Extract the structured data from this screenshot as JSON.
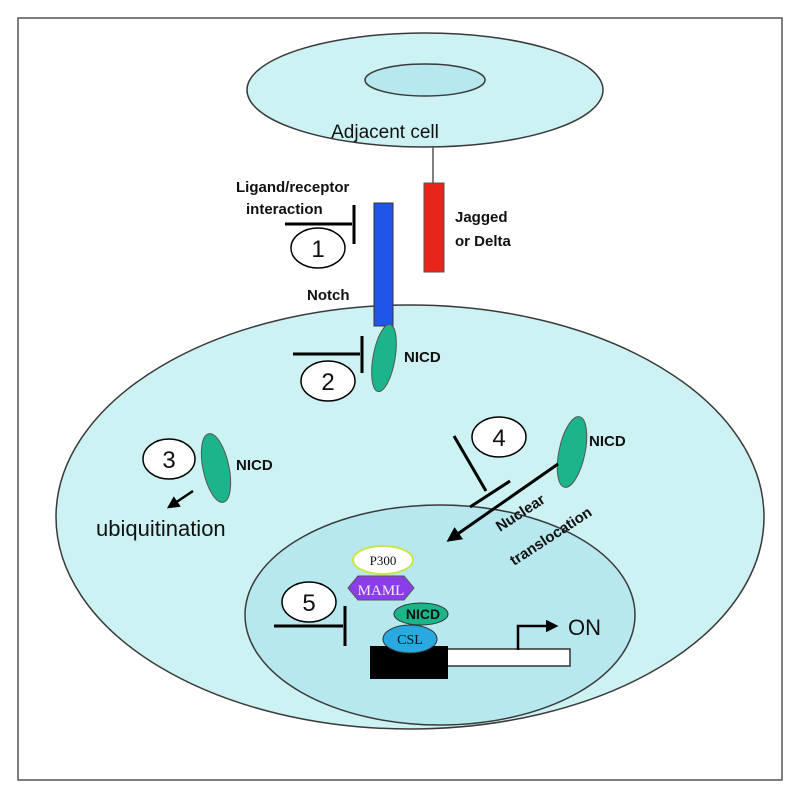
{
  "colors": {
    "cell_fill": "#cdf2f4",
    "nucleus_fill": "#b6e8ee",
    "outline": "#3a3a3a",
    "notch": "#1f55e8",
    "jagged": "#e8251b",
    "nicd": "#1cb58a",
    "p300_fill": "#ffffff",
    "p300_stroke": "#c8e64a",
    "maml": "#8b3ee8",
    "csl": "#2aa8e0",
    "dna_box": "#000000"
  },
  "labels": {
    "adjacent_cell": "Adjacent cell",
    "ligand_receptor": [
      "Ligand/receptor",
      "interaction"
    ],
    "jagged_delta": [
      "Jagged",
      "or Delta"
    ],
    "notch": "Notch",
    "nicd_2": "NICD",
    "nicd_3": "NICD",
    "nicd_4": "NICD",
    "ubiquitination": "ubiquitination",
    "nuclear": "Nuclear",
    "translocation": "translocation",
    "p300": "P300",
    "maml": "MAML",
    "nicd_complex": "NICD",
    "csl": "CSL",
    "on": "ON"
  },
  "steps": [
    "1",
    "2",
    "3",
    "4",
    "5"
  ]
}
